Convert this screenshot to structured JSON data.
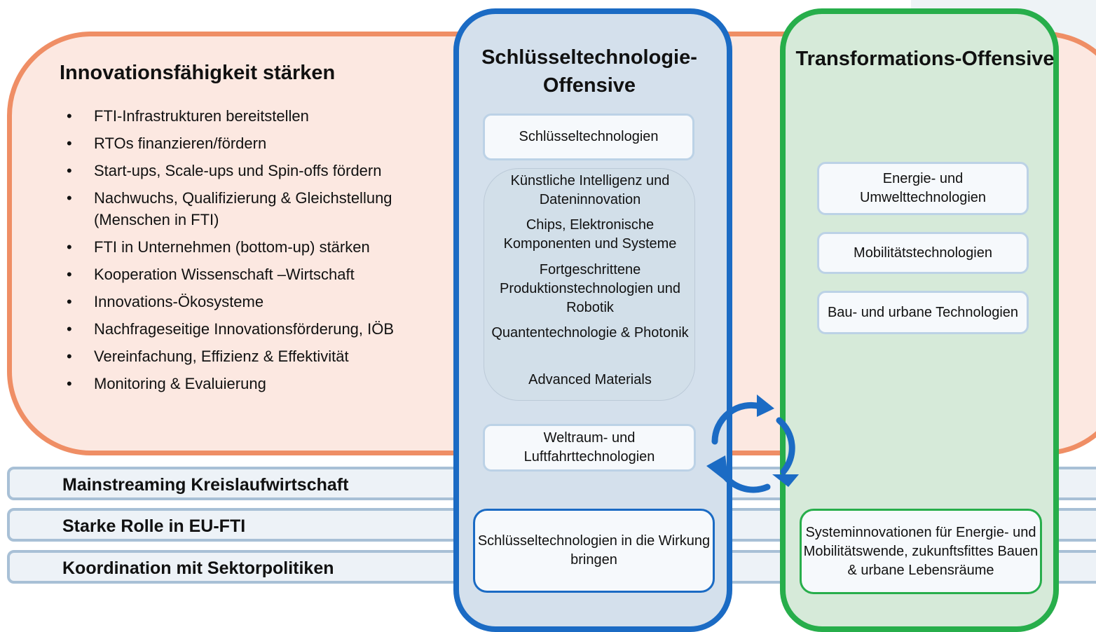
{
  "innovation": {
    "title": "Innovationsfähigkeit stärken",
    "items": [
      "FTI-Infrastrukturen bereitstellen",
      "RTOs finanzieren/fördern",
      "Start-ups, Scale-ups und Spin-offs  fördern",
      "Nachwuchs, Qualifizierung & Gleichstellung (Menschen in FTI)",
      "FTI in Unternehmen (bottom-up) stärken",
      "Kooperation Wissenschaft –Wirtschaft",
      "Innovations-Ökosysteme",
      "Nachfrageseitige Innovationsförderung, IÖB",
      "Vereinfachung, Effizienz & Effektivität",
      "Monitoring & Evaluierung"
    ]
  },
  "bars": [
    "Mainstreaming Kreislaufwirtschaft",
    "Starke Rolle in EU-FTI",
    "Koordination mit Sektorpolitiken"
  ],
  "key_tech": {
    "title": "Schlüsseltechnologie-Offensive",
    "box_label": "Schlüsseltechnologien",
    "items": [
      "Künstliche Intelligenz und Dateninnovation",
      "Chips, Elektronische Komponenten und Systeme",
      "Fortgeschrittene Produktionstechnologien und Robotik",
      "Quantentechnologie & Photonik",
      "Advanced Materials"
    ],
    "space_label": "Weltraum- und Luftfahrttechnologien",
    "impact_label": "Schlüsseltechnologien in die Wirkung bringen"
  },
  "transformation": {
    "title": "Transformations-Offensive",
    "energy_label": "Energie- und Umwelttechnologien",
    "mobility_label": "Mobilitätstechnologien",
    "building_label": "Bau- und urbane Technologien",
    "system_label": "Systeminnovationen für Energie- und Mobilitätswende, zukunftsfittes Bauen & urbane Lebensräume"
  },
  "colors": {
    "orange_border": "#ef8e65",
    "blue_border": "#1b6bc4",
    "green_border": "#27ae4b"
  },
  "icons": {
    "cycle": "cycle-arrows-icon"
  }
}
